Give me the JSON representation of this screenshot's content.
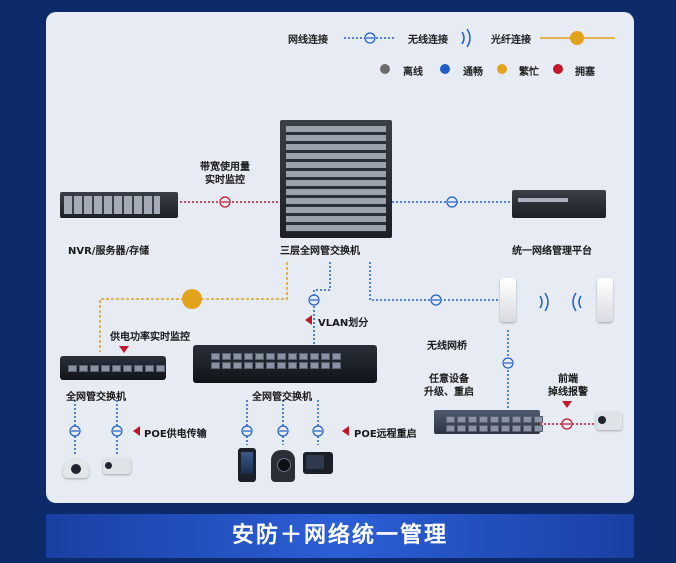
{
  "legend": {
    "wired": "网线连接",
    "wireless": "无线连接",
    "fiber": "光纤连接",
    "status": [
      {
        "label": "离线",
        "color": "#6b6b6b"
      },
      {
        "label": "通畅",
        "color": "#1f5fc8"
      },
      {
        "label": "繁忙",
        "color": "#e2a21b"
      },
      {
        "label": "拥塞",
        "color": "#c0182a"
      }
    ]
  },
  "nodes": {
    "core_switch": "三层全网管交换机",
    "nvr": "NVR/服务器/存储",
    "platform": "统一网络管理平台",
    "left_switch": "全网管交换机",
    "center_switch": "全网管交换机",
    "bridge": "无线网桥",
    "right_switch_note": "任意设备\n升级、重启",
    "front_alarm": "前端\n掉线报警"
  },
  "annotations": {
    "bandwidth": "带宽使用量\n实时监控",
    "power": "供电功率实时监控",
    "vlan": "VLAN划分",
    "poe_transfer": "POE供电传输",
    "poe_reboot": "POE远程重启"
  },
  "footer": "安防＋网络统一管理"
}
